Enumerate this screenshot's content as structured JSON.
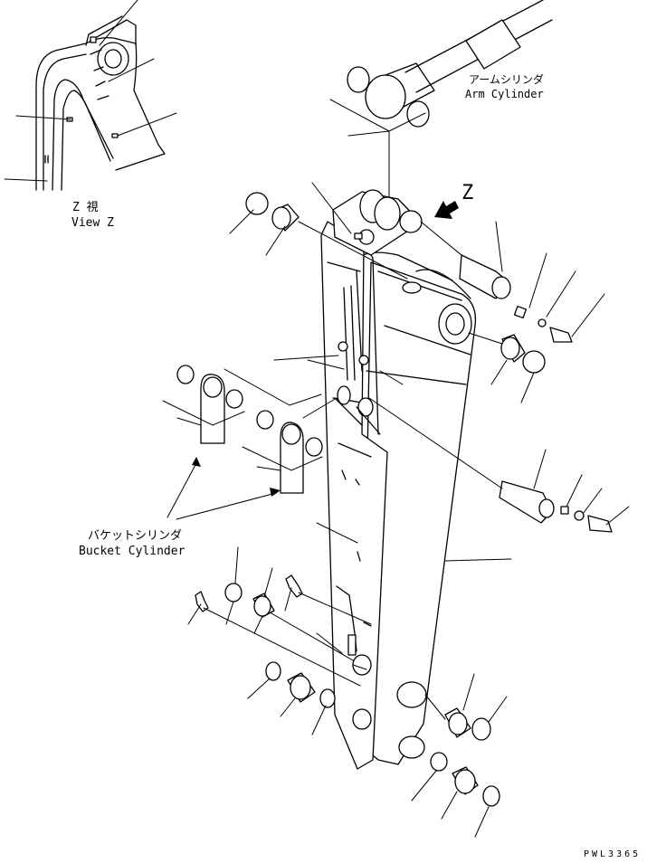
{
  "labels": {
    "arm_cylinder_jp": "アームシリンダ",
    "arm_cylinder_en": "Arm Cylinder",
    "view_letter": "Z",
    "view_z_jp": "Z 視",
    "view_z_en": "View Z",
    "bucket_cylinder_jp": "バケットシリンダ",
    "bucket_cylinder_en": "Bucket Cylinder",
    "drawing_number": "PWL3365"
  }
}
